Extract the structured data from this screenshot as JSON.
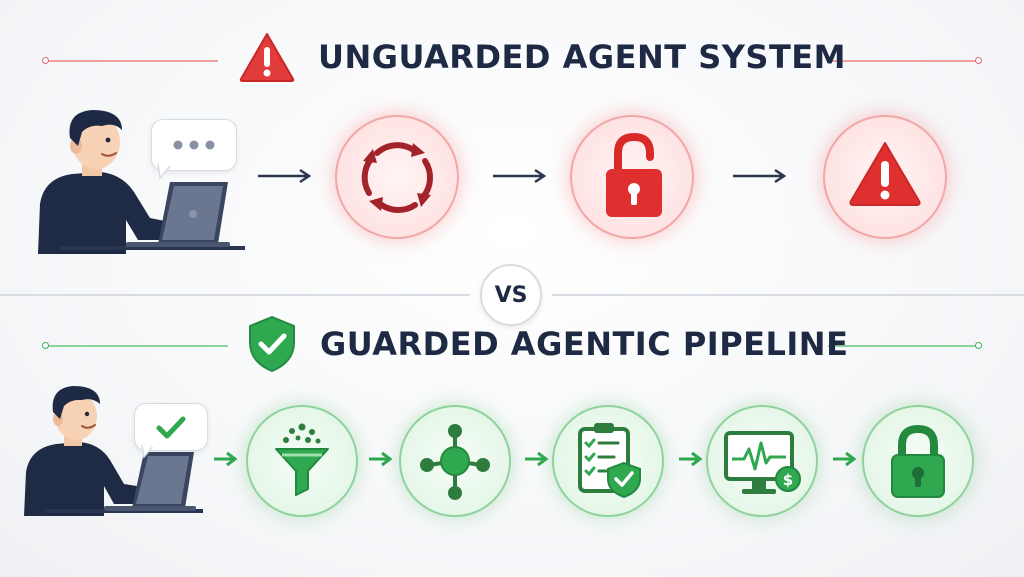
{
  "top_section": {
    "heading": "UNGUARDED AGENT SYSTEM",
    "heading_icon": "warning-triangle-icon",
    "accent_color": "#e23b3b",
    "steps": [
      {
        "name": "agent-loop",
        "icon": "cycle-arrows-icon"
      },
      {
        "name": "unlocked",
        "icon": "open-padlock-icon"
      },
      {
        "name": "warning",
        "icon": "warning-triangle-icon"
      }
    ],
    "user_bubble_icon": "ellipsis-icon"
  },
  "divider": {
    "label": "VS"
  },
  "bottom_section": {
    "heading": "GUARDED AGENTIC PIPELINE",
    "heading_icon": "shield-check-icon",
    "accent_color": "#2fa84f",
    "steps": [
      {
        "name": "input-filter",
        "icon": "funnel-icon"
      },
      {
        "name": "orchestration",
        "icon": "network-nodes-icon"
      },
      {
        "name": "policy-check",
        "icon": "clipboard-shield-icon"
      },
      {
        "name": "monitoring",
        "icon": "monitor-cost-icon"
      },
      {
        "name": "secured",
        "icon": "closed-padlock-icon"
      }
    ],
    "user_bubble_icon": "checkmark-icon"
  }
}
